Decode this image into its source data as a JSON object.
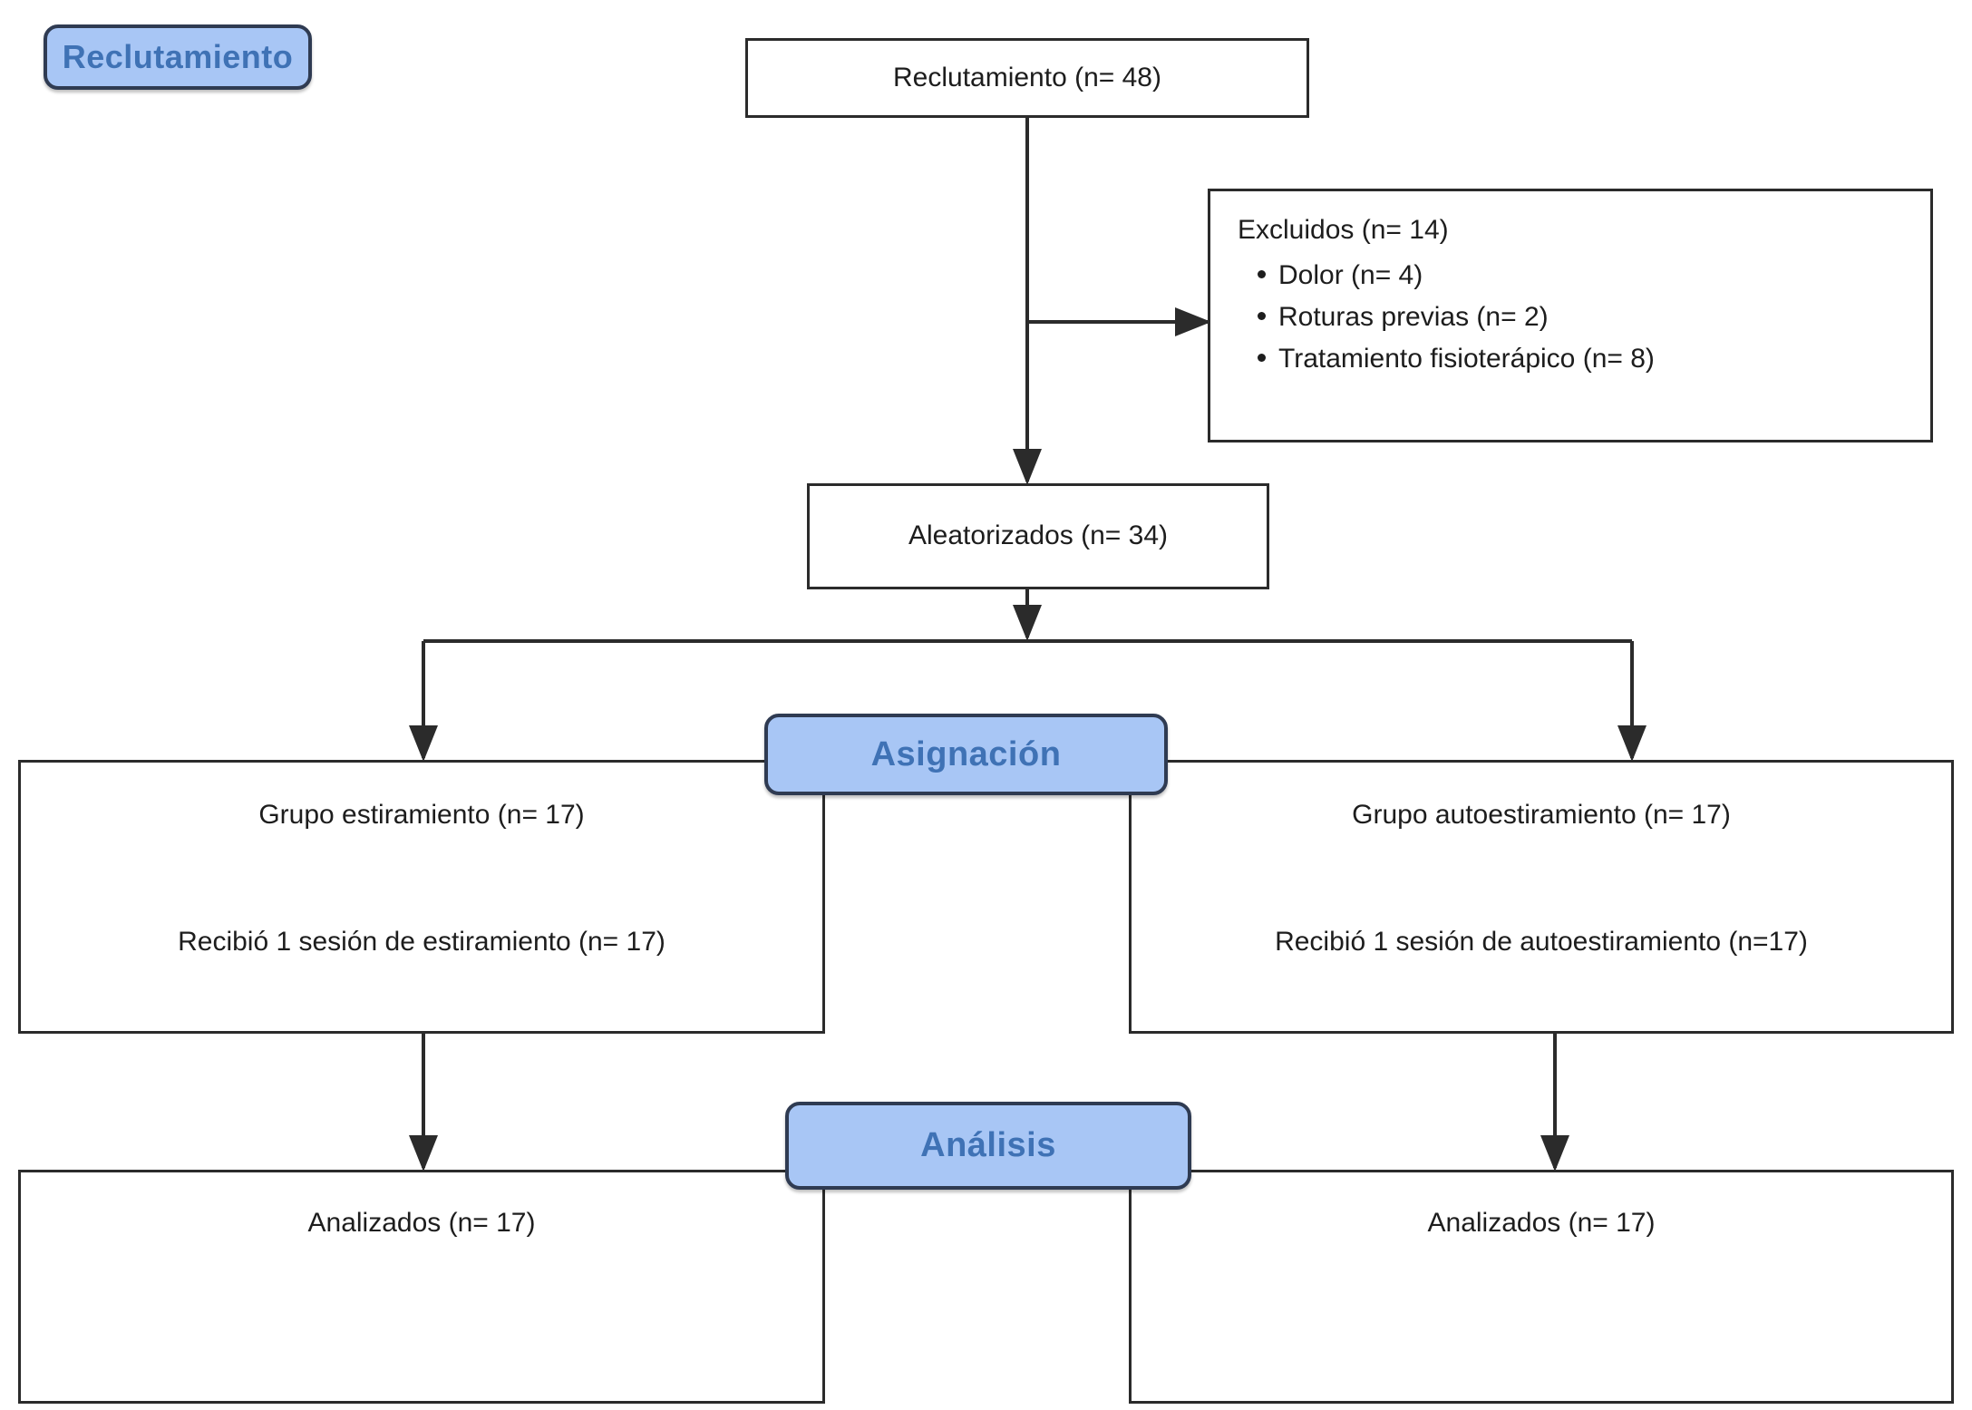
{
  "diagram": {
    "title_type": "CONSORT participant flow diagram",
    "language": "es",
    "colors": {
      "badge_fill": "#a8c6f5",
      "badge_border": "#2f3b52",
      "badge_text": "#3f72b5",
      "box_border": "#2b2b2b",
      "box_fill": "#ffffff",
      "text": "#1d1d1d",
      "connector": "#2b2b2b"
    }
  },
  "stage_badges": [
    {
      "id": "reclutamiento",
      "label": "Reclutamiento"
    },
    {
      "id": "asignacion",
      "label": "Asignación"
    },
    {
      "id": "analisis",
      "label": "Análisis"
    }
  ],
  "boxes": {
    "enrollment": {
      "label": "Reclutamiento (n= 48)"
    },
    "excluded": {
      "title": "Excluidos (n= 14)",
      "items": [
        "Dolor (n= 4)",
        "Roturas previas (n= 2)",
        "Tratamiento fisioterápico (n= 8)"
      ]
    },
    "randomized": {
      "label": "Aleatorizados (n= 34)"
    },
    "left_group": {
      "line1": "Grupo estiramiento (n= 17)",
      "line2": "Recibió 1 sesión de estiramiento (n= 17)"
    },
    "right_group": {
      "line1": "Grupo autoestiramiento (n= 17)",
      "line2": "Recibió 1 sesión de autoestiramiento (n=17)"
    },
    "left_analysis": {
      "label": "Analizados (n= 17)"
    },
    "right_analysis": {
      "label": "Analizados (n= 17)"
    }
  },
  "chart_data": {
    "type": "flowchart",
    "title": "Diagrama de flujo CONSORT",
    "stages": [
      "Reclutamiento",
      "Asignación",
      "Análisis"
    ],
    "nodes": [
      {
        "id": "enrollment",
        "stage": "Reclutamiento",
        "label": "Reclutamiento (n= 48)",
        "n": 48
      },
      {
        "id": "excluded",
        "stage": "Reclutamiento",
        "label": "Excluidos (n= 14)",
        "n": 14,
        "reasons": [
          {
            "label": "Dolor (n= 4)",
            "n": 4
          },
          {
            "label": "Roturas previas (n= 2)",
            "n": 2
          },
          {
            "label": "Tratamiento fisioterápico (n= 8)",
            "n": 8
          }
        ]
      },
      {
        "id": "randomized",
        "stage": "Reclutamiento",
        "label": "Aleatorizados (n= 34)",
        "n": 34
      },
      {
        "id": "left_group",
        "stage": "Asignación",
        "label": "Grupo estiramiento (n= 17)",
        "n": 17,
        "detail": "Recibió 1 sesión de estiramiento (n= 17)",
        "detail_n": 17
      },
      {
        "id": "right_group",
        "stage": "Asignación",
        "label": "Grupo autoestiramiento (n= 17)",
        "n": 17,
        "detail": "Recibió 1 sesión de autoestiramiento (n=17)",
        "detail_n": 17
      },
      {
        "id": "left_analysis",
        "stage": "Análisis",
        "label": "Analizados (n= 17)",
        "n": 17
      },
      {
        "id": "right_analysis",
        "stage": "Análisis",
        "label": "Analizados (n= 17)",
        "n": 17
      }
    ],
    "edges": [
      {
        "from": "enrollment",
        "to": "excluded",
        "kind": "arrow-right"
      },
      {
        "from": "enrollment",
        "to": "randomized",
        "kind": "arrow-down"
      },
      {
        "from": "randomized",
        "to": "left_group",
        "kind": "split-arrow-down"
      },
      {
        "from": "randomized",
        "to": "right_group",
        "kind": "split-arrow-down"
      },
      {
        "from": "left_group",
        "to": "left_analysis",
        "kind": "arrow-down"
      },
      {
        "from": "right_group",
        "to": "right_analysis",
        "kind": "arrow-down"
      }
    ]
  }
}
